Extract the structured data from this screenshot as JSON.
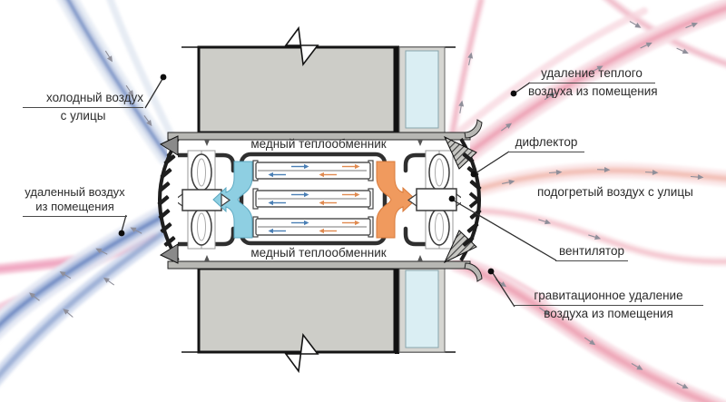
{
  "diagram": {
    "labels": {
      "cold_air_l1": "холодный воздух",
      "cold_air_l2": "с улицы",
      "removed_air_l1": "удаленный воздух",
      "removed_air_l2": "из помещения",
      "warm_removal_l1": "удаление теплого",
      "warm_removal_l2": "воздуха из помещения",
      "deflector": "дифлектор",
      "heated_air": "подогретый воздух с улицы",
      "fan": "вентилятор",
      "gravity_l1": "гравитационное удаление",
      "gravity_l2": "воздуха из помещения",
      "hx_top": "медный теплообменник",
      "hx_bottom": "медный теплообменник"
    },
    "colors": {
      "cold_arrow": "#8ecfe2",
      "warm_arrow": "#f09a5e",
      "wall_fill": "#cdcdc8",
      "window_fill": "#daeef3",
      "casing_fill": "#b7b7b3",
      "cold_stream": "#6e89c2",
      "warm_stream": "#eda4b6",
      "outline": "#2f2f2f"
    }
  }
}
